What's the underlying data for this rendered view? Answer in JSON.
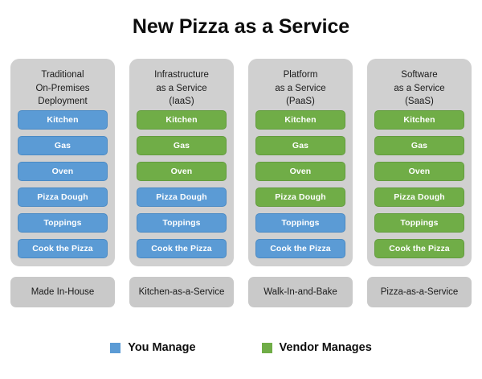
{
  "title": "New Pizza as a Service",
  "colors": {
    "you_manage": "#5b9bd5",
    "vendor_manages": "#70ad47",
    "card_background": "#d0d0d0",
    "footer_background": "#c9c9c9",
    "page_background": "#ffffff"
  },
  "columns": [
    {
      "header": "Traditional\nOn-Premises\nDeployment",
      "header_lines": [
        "Traditional",
        "On-Premises",
        "Deployment"
      ],
      "footer": "Made In-House",
      "items": [
        {
          "label": "Kitchen",
          "owner": "you"
        },
        {
          "label": "Gas",
          "owner": "you"
        },
        {
          "label": "Oven",
          "owner": "you"
        },
        {
          "label": "Pizza Dough",
          "owner": "you"
        },
        {
          "label": "Toppings",
          "owner": "you"
        },
        {
          "label": "Cook the Pizza",
          "owner": "you"
        }
      ]
    },
    {
      "header": "Infrastructure\nas a Service\n(IaaS)",
      "header_lines": [
        "Infrastructure",
        "as a Service",
        "(IaaS)"
      ],
      "footer": "Kitchen-as-a-Service",
      "items": [
        {
          "label": "Kitchen",
          "owner": "vendor"
        },
        {
          "label": "Gas",
          "owner": "vendor"
        },
        {
          "label": "Oven",
          "owner": "vendor"
        },
        {
          "label": "Pizza Dough",
          "owner": "you"
        },
        {
          "label": "Toppings",
          "owner": "you"
        },
        {
          "label": "Cook the Pizza",
          "owner": "you"
        }
      ]
    },
    {
      "header": "Platform\nas a Service\n(PaaS)",
      "header_lines": [
        "Platform",
        "as a Service",
        "(PaaS)"
      ],
      "footer": "Walk-In-and-Bake",
      "items": [
        {
          "label": "Kitchen",
          "owner": "vendor"
        },
        {
          "label": "Gas",
          "owner": "vendor"
        },
        {
          "label": "Oven",
          "owner": "vendor"
        },
        {
          "label": "Pizza Dough",
          "owner": "vendor"
        },
        {
          "label": "Toppings",
          "owner": "you"
        },
        {
          "label": "Cook the Pizza",
          "owner": "you"
        }
      ]
    },
    {
      "header": "Software\nas a Service\n(SaaS)",
      "header_lines": [
        "Software",
        "as a Service",
        "(SaaS)"
      ],
      "footer": "Pizza-as-a-Service",
      "items": [
        {
          "label": "Kitchen",
          "owner": "vendor"
        },
        {
          "label": "Gas",
          "owner": "vendor"
        },
        {
          "label": "Oven",
          "owner": "vendor"
        },
        {
          "label": "Pizza Dough",
          "owner": "vendor"
        },
        {
          "label": "Toppings",
          "owner": "vendor"
        },
        {
          "label": "Cook the Pizza",
          "owner": "vendor"
        }
      ]
    }
  ],
  "legend": [
    {
      "label": "You Manage",
      "owner": "you"
    },
    {
      "label": "Vendor Manages",
      "owner": "vendor"
    }
  ]
}
